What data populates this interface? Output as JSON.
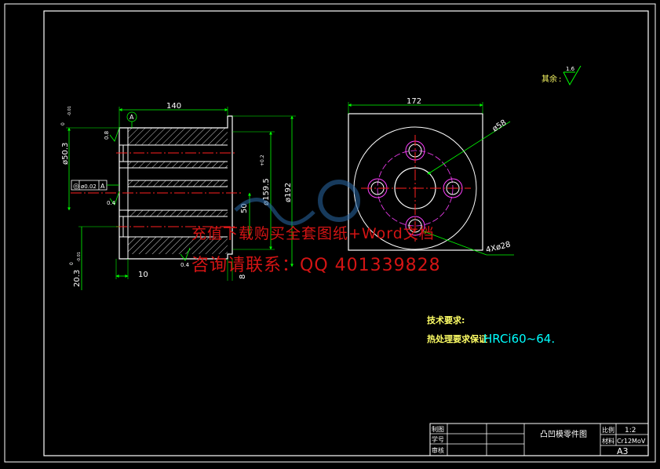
{
  "colors": {
    "background": "#000000",
    "line": "#ffffff",
    "dimension": "#00ff00",
    "centerline": "#ff2020",
    "hatch": "#ff40ff",
    "note": "#00ffff",
    "watermark": "#d41414",
    "title_text": "#ffff66"
  },
  "roughness_rest": {
    "label": "其余",
    "value": "1.6"
  },
  "front_view": {
    "width_dim": "140",
    "left_dia": "ø50.3",
    "left_dia_tol_top": "0",
    "left_dia_tol_bottom": "-0.01",
    "bore_dia": "ø159.5",
    "bore_dia_tol": "+0.2",
    "outer_dia": "ø192",
    "depth_50": "50",
    "dim_10": "10",
    "dim_8": "8",
    "lower_dia": "20.3",
    "lower_dia_tol_top": "0",
    "lower_dia_tol_bottom": "-0.01",
    "datum": "A",
    "tolerance_frame_symbol": "◎",
    "tolerance_frame_value": "ø0.02",
    "tolerance_frame_datum": "A",
    "roughness_1": "0.8",
    "roughness_2": "0.4",
    "roughness_3": "0.4"
  },
  "side_view": {
    "width_dim": "172",
    "pcd_dim": "ø58",
    "holes_dim": "4Xø28"
  },
  "watermark": {
    "line1": "充值下载购买全套图纸+Word文档",
    "line2": "咨询请联系：QQ 401339828"
  },
  "tech_req": {
    "title": "技术要求:",
    "line1_label": "热处理要求保证",
    "line1_value": "HRCi60~64."
  },
  "title_block": {
    "row1": "制图",
    "row2": "学号",
    "row3": "审核",
    "drawing_name": "凸凹模零件图",
    "scale_label": "比例",
    "scale_value": "1:2",
    "material_label": "材料",
    "material_value": "Cr12MoV",
    "sheet": "A3"
  }
}
